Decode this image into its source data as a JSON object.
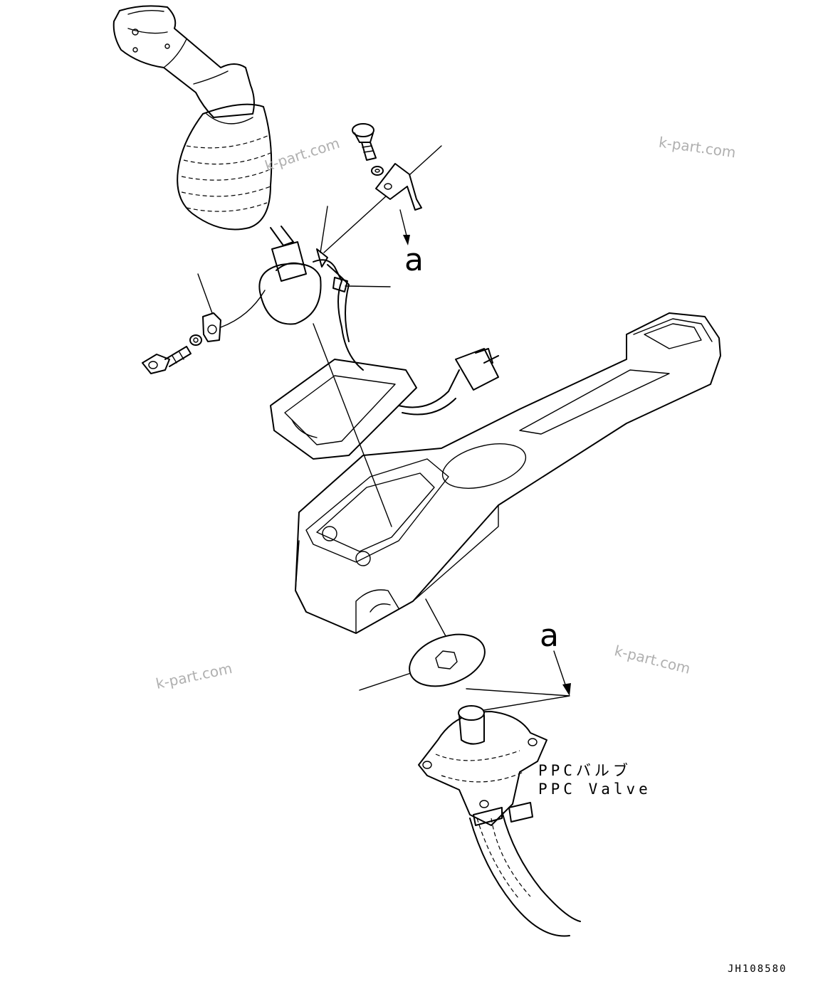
{
  "callouts": {
    "view_a_top": "a",
    "view_a_bottom": "a"
  },
  "valve_label": {
    "japanese": "PPCバルブ",
    "english": "PPC Valve"
  },
  "drawing_code": "JH108580",
  "watermarks": [
    "k-part.com",
    "k-part.com",
    "k-part.com",
    "k-part.com"
  ],
  "colors": {
    "line": "#000000",
    "background": "#ffffff",
    "watermark": "#b0b0b0"
  }
}
